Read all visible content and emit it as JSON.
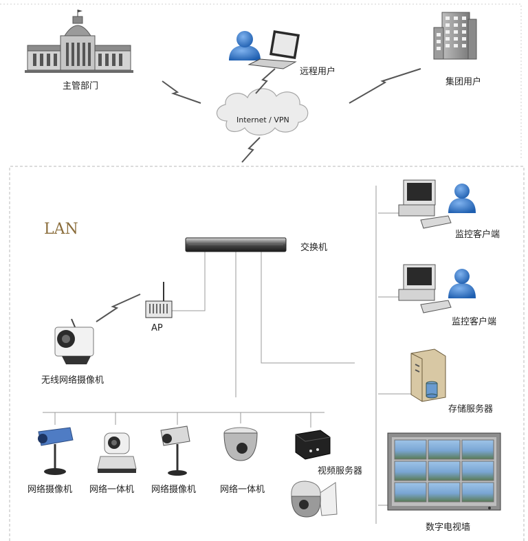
{
  "labels": {
    "authority": "主管部门",
    "remote_user": "远程用户",
    "group_user": "集团用户",
    "internet": "Internet / VPN",
    "lan": "LAN",
    "switch": "交换机",
    "ap": "AP",
    "wireless_camera": "无线网络摄像机",
    "monitor_client_1": "监控客户端",
    "monitor_client_2": "监控客户端",
    "storage_server": "存储服务器",
    "video_wall": "数字电视墙",
    "video_server": "视频服务器",
    "camera_1": "网络摄像机",
    "dome_1": "网络一体机",
    "camera_2": "网络摄像机",
    "dome_2": "网络一体机"
  },
  "colors": {
    "accent_blue": "#2f6fc0",
    "lan_text": "#8a6d3b",
    "line": "#9a9a9a",
    "border_dash": "#b8b8b8"
  }
}
